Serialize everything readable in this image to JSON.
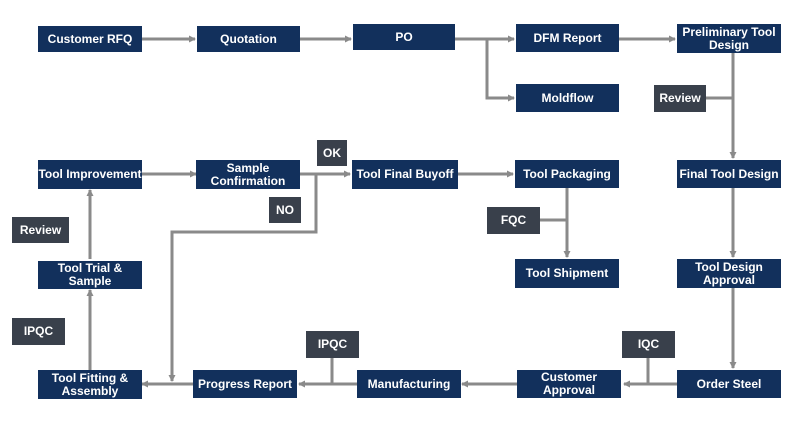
{
  "colors": {
    "step": "#12305c",
    "check": "#39404b",
    "arrow": "#8a8a8a"
  },
  "steps": {
    "customer_rfq": "Customer RFQ",
    "quotation": "Quotation",
    "po": "PO",
    "dfm_report": "DFM Report",
    "preliminary_tool_design": "Preliminary Tool Design",
    "moldflow": "Moldflow",
    "final_tool_design": "Final Tool Design",
    "tool_design_approval": "Tool Design Approval",
    "order_steel": "Order Steel",
    "customer_approval": "Customer Approval",
    "manufacturing": "Manufacturing",
    "progress_report": "Progress Report",
    "tool_fitting_assembly": "Tool Fitting & Assembly",
    "tool_trial_sample": "Tool Trial & Sample",
    "tool_improvement": "Tool Improvement",
    "sample_confirmation": "Sample Confirmation",
    "tool_final_buyoff": "Tool Final Buyoff",
    "tool_packaging": "Tool Packaging",
    "tool_shipment": "Tool Shipment"
  },
  "checks": {
    "review_design": "Review",
    "review_trial": "Review",
    "ok": "OK",
    "no": "NO",
    "fqc": "FQC",
    "ipqc_left": "IPQC",
    "ipqc_mid": "IPQC",
    "iqc": "IQC"
  }
}
